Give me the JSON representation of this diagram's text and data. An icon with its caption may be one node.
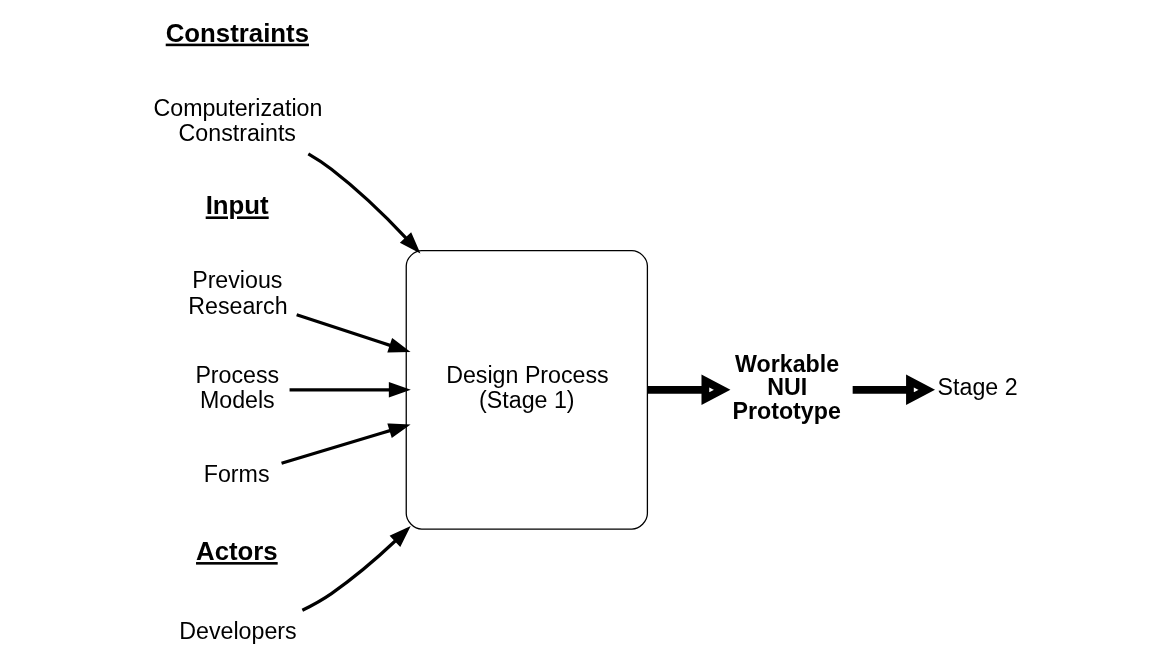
{
  "diagram": {
    "nodes": [
      {
        "text": [
          "Computerization Constraints"
        ]
      },
      {
        "text": [
          "Previous Research"
        ]
      },
      {
        "text": [
          "Process Models"
        ]
      },
      {
        "text": [
          "Forms"
        ]
      },
      {
        "text": [
          "Design Process (Stage 1)"
        ]
      },
      {
        "text": [
          "Developers"
        ]
      },
      {
        "text": [
          "Workable NUI Prototype"
        ]
      },
      {
        "text": [
          "Stage 2"
        ]
      }
    ],
    "edges": [
      {
        "from": 0,
        "to": 4,
        "arrow": "to"
      },
      {
        "from": 1,
        "to": 4,
        "arrow": "to"
      },
      {
        "from": 2,
        "to": 4,
        "arrow": "to"
      },
      {
        "from": 3,
        "to": 4,
        "arrow": "to"
      },
      {
        "from": 5,
        "to": 4,
        "arrow": "to"
      },
      {
        "from": 4,
        "to": 6,
        "arrow": "to",
        "style": "thick"
      },
      {
        "from": 6,
        "to": 7,
        "arrow": "to",
        "style": "thick"
      }
    ],
    "labels": [
      "Constraints",
      "Input",
      "Actors"
    ]
  }
}
